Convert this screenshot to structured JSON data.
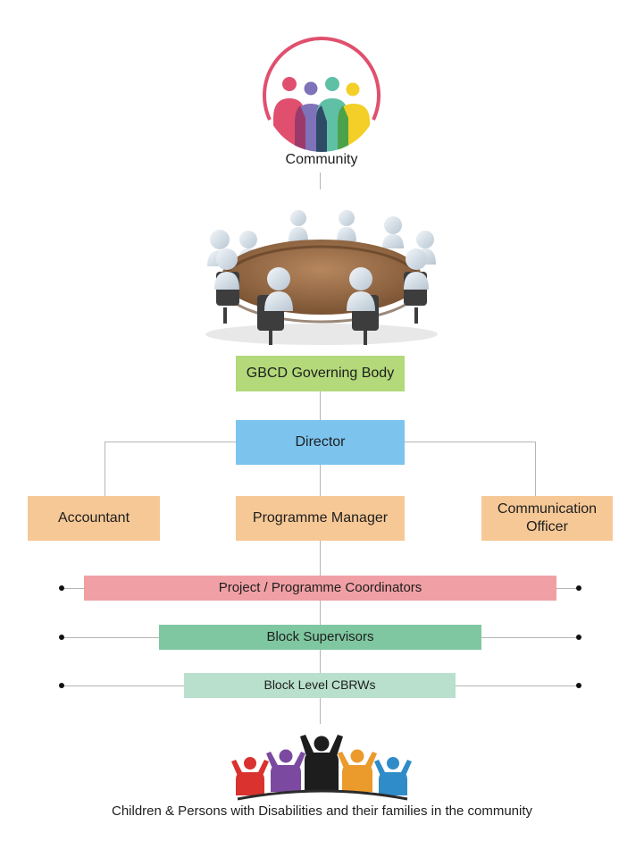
{
  "diagram": {
    "community_label": "Community",
    "nodes": {
      "governing_body": "GBCD Governing Body",
      "director": "Director",
      "accountant": "Accountant",
      "programme_manager": "Programme Manager",
      "communication_officer": "Communication Officer",
      "coordinators": "Project / Programme Coordinators",
      "supervisors": "Block Supervisors",
      "cbrws": "Block Level CBRWs"
    },
    "footer_label": "Children & Persons with Disabilities and their families in the community"
  },
  "colors": {
    "governing_body": "#b3d97a",
    "director": "#7cc4ee",
    "staff": "#f6c896",
    "coordinators": "#f0a0a4",
    "supervisors": "#7fc7a0",
    "cbrws": "#b9e0cd",
    "connector": "#b5b5b5"
  }
}
